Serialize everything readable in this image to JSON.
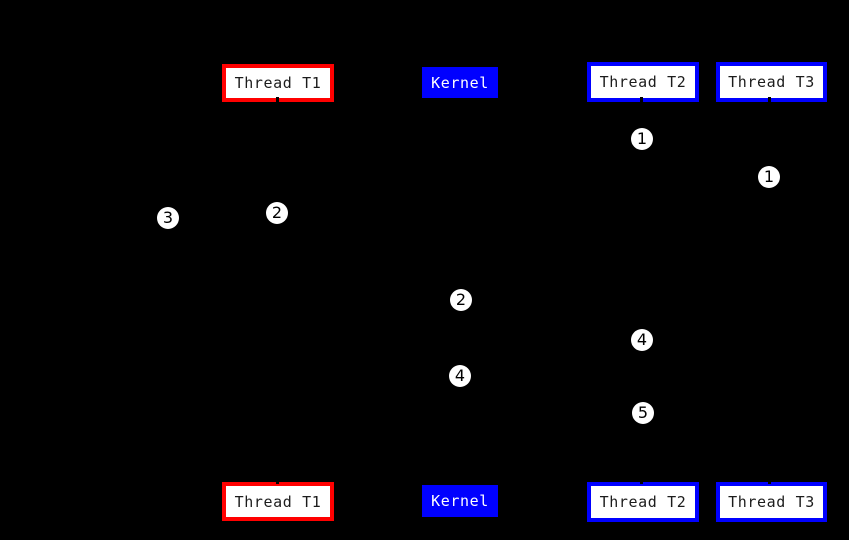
{
  "diagram": {
    "background_color": "#000000",
    "actors": [
      {
        "label": "Thread T1",
        "border_color": "#ff0000",
        "fill_color": "#ffffff",
        "text_color": "#1c1c1c"
      },
      {
        "label": "Kernel",
        "border_color": "#0000ff",
        "fill_color": "#0000ff",
        "text_color": "#ffffff"
      },
      {
        "label": "Thread T2",
        "border_color": "#0000ff",
        "fill_color": "#ffffff",
        "text_color": "#1c1c1c"
      },
      {
        "label": "Thread T3",
        "border_color": "#0000ff",
        "fill_color": "#ffffff",
        "text_color": "#1c1c1c"
      }
    ],
    "step_markers": [
      {
        "label": "1"
      },
      {
        "label": "1"
      },
      {
        "label": "3"
      },
      {
        "label": "2"
      },
      {
        "label": "2"
      },
      {
        "label": "4"
      },
      {
        "label": "4"
      },
      {
        "label": "5"
      }
    ],
    "marker_fill_color": "#ffffff",
    "marker_text_color": "#000000"
  }
}
